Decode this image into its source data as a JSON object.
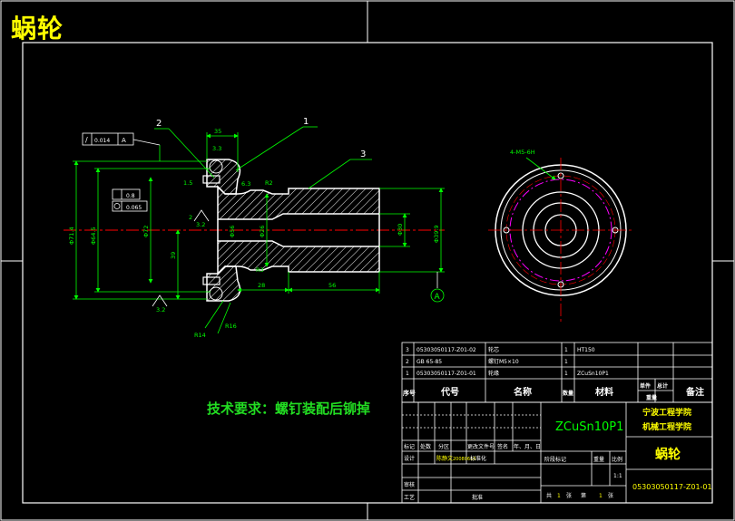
{
  "page_title": "蜗轮",
  "tech_requirement": "技术要求：螺钉装配后铆掉",
  "colors": {
    "background": "#000000",
    "frame": "#ffffff",
    "dimension": "#00ff00",
    "hatch": "#ffffff",
    "centerline": "#ff0000",
    "text_yellow": "#ffff00",
    "text_green": "#22dd22",
    "magenta": "#ff00ff"
  },
  "callouts": {
    "c1": "1",
    "c2": "2",
    "c3": "3"
  },
  "tolerance": {
    "frame_symbol": "/",
    "frame_value": "0.014",
    "frame_datum": "A",
    "box1_value": "0.8",
    "box2_value": "0.065",
    "datum_label": "A"
  },
  "dimensions": {
    "d_width_top": "35",
    "d_chamfer": "3.3",
    "d_slot": "1.5",
    "d_thread_r": "6.3",
    "d_r2": "R2",
    "d_r3": "R3",
    "d_r_left": "2",
    "d_r16": "R16",
    "d_r14": "R14",
    "d_hub_dia": "Φ56",
    "d_outer_dia": "Φ71.4",
    "d_mid_dia": "Φ64.5",
    "d_flange_dia": "Φ72",
    "d_bore_dia": "Φ26",
    "d_shaft_dia": "Φ30",
    "d_end_dia": "Φ39.9",
    "d_half_len": "39",
    "d_len_56": "56",
    "d_len_28": "28",
    "d_surface": "3.2",
    "d_surface_left": "3.2",
    "hole_spec": "4-M5-6H"
  },
  "bom": {
    "rows": [
      {
        "seq": "3",
        "code": "05303050117-Z01-02",
        "name": "轮芯",
        "qty": "1",
        "material": "HT150"
      },
      {
        "seq": "2",
        "code": "GB 65-85",
        "name": "螺钉M5×10",
        "qty": "1",
        "material": ""
      },
      {
        "seq": "1",
        "code": "05303050117-Z01-01",
        "name": "轮缘",
        "qty": "1",
        "material": "ZCuSn10P1"
      }
    ],
    "header": {
      "seq": "序号",
      "code": "代号",
      "name": "名称",
      "qty": "数量",
      "material": "材料",
      "unit_weight": "单件",
      "total_weight": "总计",
      "weight": "重量",
      "remark": "备注"
    }
  },
  "title_block": {
    "material_code": "ZCuSn10P1",
    "school1": "宁波工程学院",
    "school2": "机械工程学院",
    "part_name": "蜗轮",
    "drawing_no": "05303050117-Z01-01",
    "scale": "1:1",
    "marks": {
      "mark": "标记",
      "count": "处数",
      "zone": "分区",
      "change_doc": "更改文件号",
      "sign": "签名",
      "date": "年、月、日"
    },
    "design": "设计",
    "designer": "陈静文",
    "design_date": "20080610",
    "standardize": "标准化",
    "stage_mark": "阶段标记",
    "weight": "重量",
    "ratio": "比例",
    "review": "审核",
    "process": "工艺",
    "approve": "批准",
    "sheets_total_prefix": "共",
    "sheets_total": "1",
    "sheets_total_suffix": "张",
    "sheet_prefix": "第",
    "sheet_no": "1",
    "sheet_suffix": "张"
  }
}
